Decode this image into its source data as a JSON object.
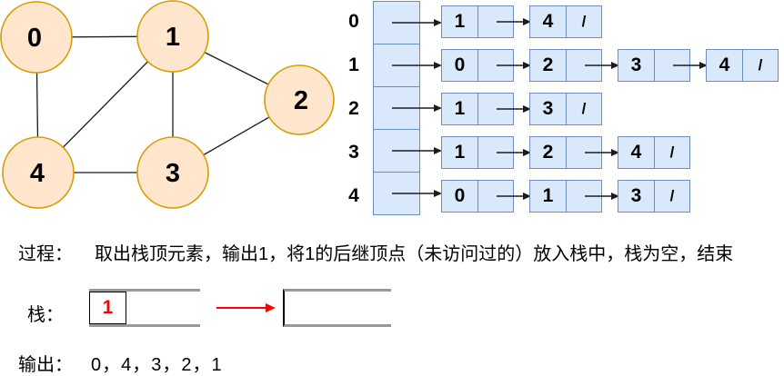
{
  "colors": {
    "node_fill": "#ffe6cc",
    "node_stroke": "#d79b00",
    "cell_fill": "#dae8fc",
    "cell_stroke": "#6c8ebf",
    "highlight_red": "#ff0000",
    "stack_border_gray": "#999999"
  },
  "graph": {
    "nodes": [
      {
        "id": "0"
      },
      {
        "id": "1"
      },
      {
        "id": "2"
      },
      {
        "id": "3"
      },
      {
        "id": "4"
      }
    ],
    "edges": [
      [
        "0",
        "1"
      ],
      [
        "0",
        "4"
      ],
      [
        "1",
        "2"
      ],
      [
        "1",
        "3"
      ],
      [
        "1",
        "4"
      ],
      [
        "3",
        "4"
      ],
      [
        "2",
        "3"
      ]
    ]
  },
  "adjacency": {
    "rows": [
      {
        "label": "0",
        "nodes": [
          {
            "v": "1",
            "p": ""
          },
          {
            "v": "4",
            "p": "/"
          }
        ]
      },
      {
        "label": "1",
        "nodes": [
          {
            "v": "0",
            "p": ""
          },
          {
            "v": "2",
            "p": ""
          },
          {
            "v": "3",
            "p": ""
          },
          {
            "v": "4",
            "p": "/"
          }
        ]
      },
      {
        "label": "2",
        "nodes": [
          {
            "v": "1",
            "p": ""
          },
          {
            "v": "3",
            "p": "/"
          }
        ]
      },
      {
        "label": "3",
        "nodes": [
          {
            "v": "1",
            "p": ""
          },
          {
            "v": "2",
            "p": ""
          },
          {
            "v": "4",
            "p": "/"
          }
        ]
      },
      {
        "label": "4",
        "nodes": [
          {
            "v": "0",
            "p": ""
          },
          {
            "v": "1",
            "p": ""
          },
          {
            "v": "3",
            "p": "/"
          }
        ]
      }
    ]
  },
  "process": {
    "label": "过程：",
    "text": "取出栈顶元素，输出1，将1的后继顶点（未访问过的）放入栈中，栈为空，结束"
  },
  "stack": {
    "label": "栈：",
    "before": [
      "1"
    ],
    "after": []
  },
  "output": {
    "label": "输出：",
    "values": "0，4，3，2，1"
  }
}
